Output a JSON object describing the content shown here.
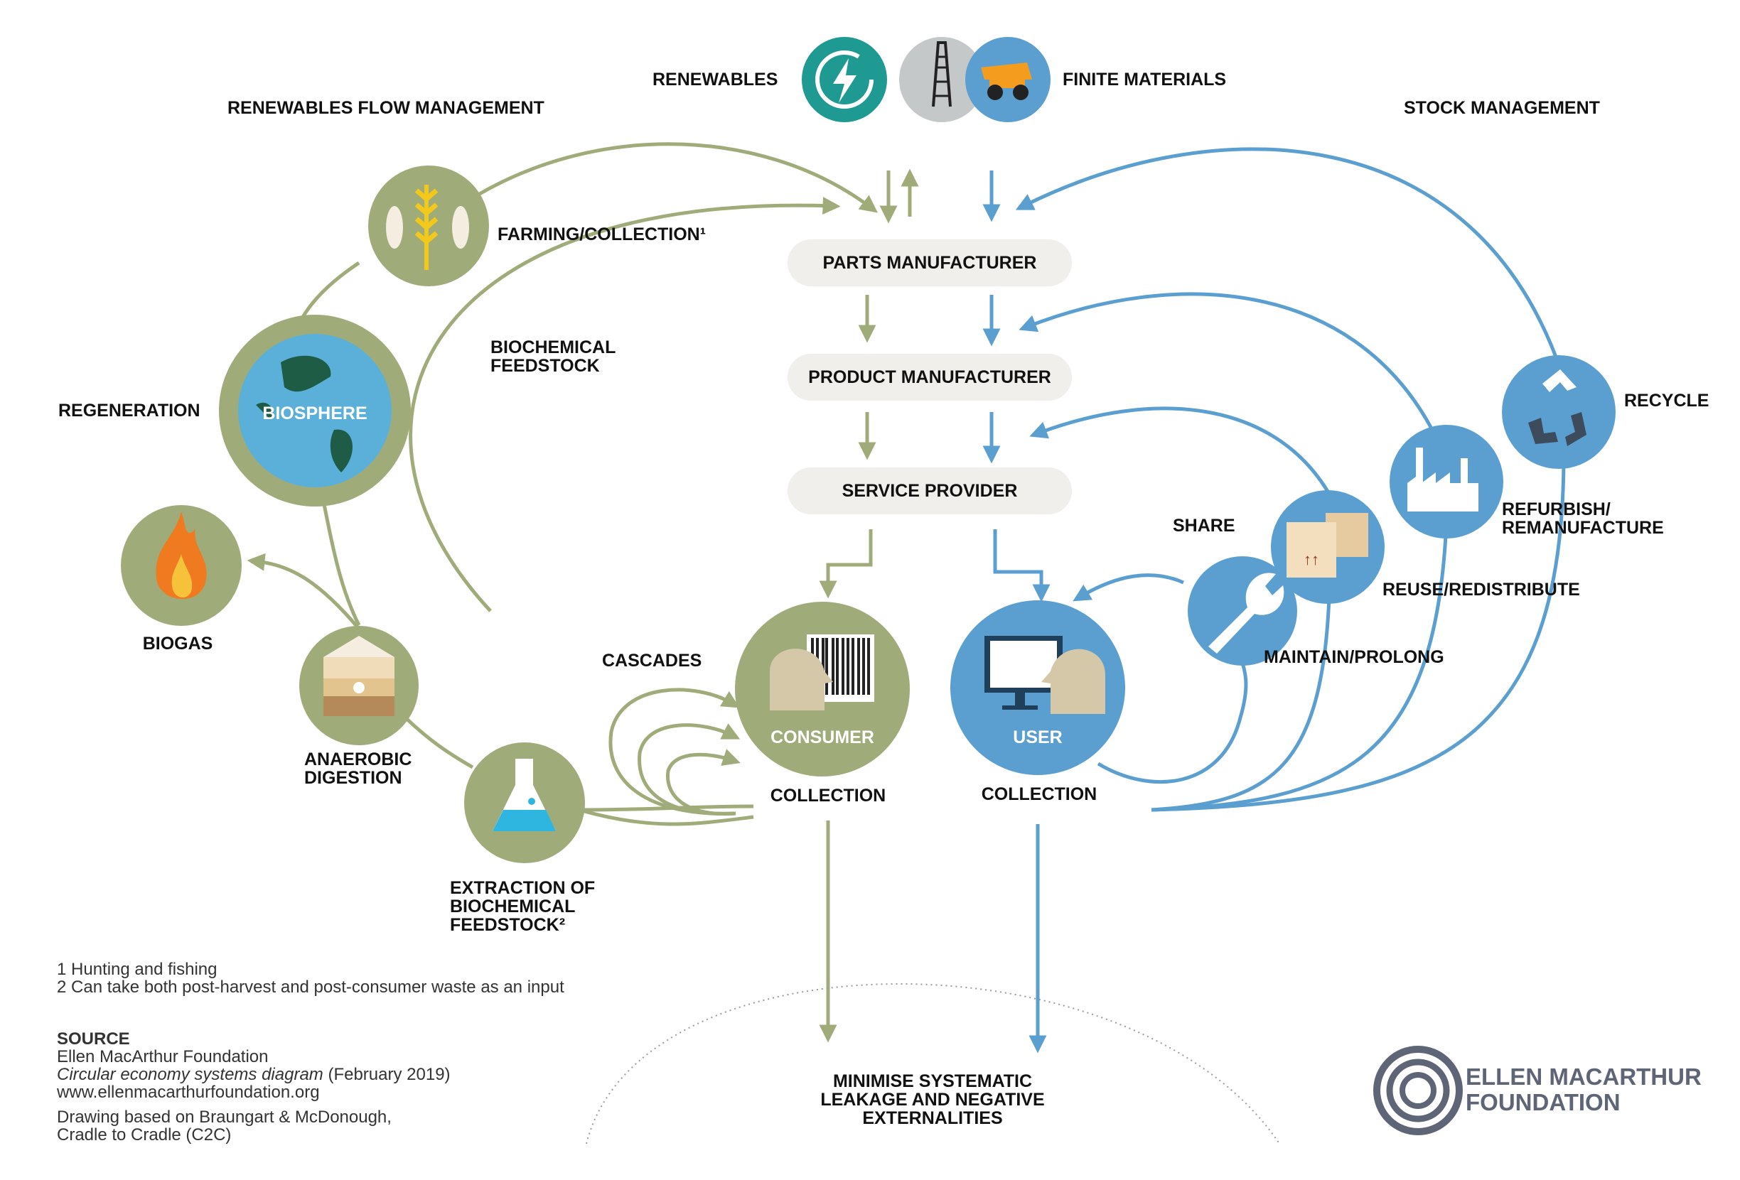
{
  "inputs": {
    "renewables": "RENEWABLES",
    "finite_materials": "FINITE MATERIALS"
  },
  "headers": {
    "renewables_flow": "RENEWABLES FLOW MANAGEMENT",
    "stock_management": "STOCK MANAGEMENT"
  },
  "center": {
    "parts_manufacturer": "PARTS MANUFACTURER",
    "product_manufacturer": "PRODUCT MANUFACTURER",
    "service_provider": "SERVICE PROVIDER",
    "consumer": "CONSUMER",
    "user": "USER",
    "collection_left": "COLLECTION",
    "collection_right": "COLLECTION",
    "leakage_line1": "MINIMISE SYSTEMATIC",
    "leakage_line2": "LEAKAGE AND NEGATIVE",
    "leakage_line3": "EXTERNALITIES"
  },
  "biological": {
    "farming": "FARMING/COLLECTION¹",
    "biochemical_feedstock_l1": "BIOCHEMICAL",
    "biochemical_feedstock_l2": "FEEDSTOCK",
    "regeneration": "REGENERATION",
    "biosphere": "BIOSPHERE",
    "biogas": "BIOGAS",
    "anaerobic_l1": "ANAEROBIC",
    "anaerobic_l2": "DIGESTION",
    "cascades": "CASCADES",
    "extraction_l1": "EXTRACTION OF",
    "extraction_l2": "BIOCHEMICAL",
    "extraction_l3": "FEEDSTOCK²"
  },
  "technical": {
    "share": "SHARE",
    "maintain": "MAINTAIN/PROLONG",
    "reuse": "REUSE/REDISTRIBUTE",
    "refurbish_l1": "REFURBISH/",
    "refurbish_l2": "REMANUFACTURE",
    "recycle": "RECYCLE"
  },
  "notes": {
    "note1": "1 Hunting and fishing",
    "note2": "2 Can take both post-harvest and post-consumer waste as an input",
    "source_heading": "SOURCE",
    "source_org": "Ellen MacArthur Foundation",
    "source_title": "Circular economy systems diagram",
    "source_date": " (February 2019)",
    "source_url": "www.ellenmacarthurfoundation.org",
    "drawing_l1": "Drawing based on Braungart & McDonough,",
    "drawing_l2": "Cradle to Cradle (C2C)"
  },
  "logo": {
    "line1": "ELLEN MACARTHUR",
    "line2": "FOUNDATION"
  },
  "colors": {
    "bio_green": "#9fac79",
    "tech_blue": "#5b9fd1",
    "teal": "#1e9a92",
    "logo_grey": "#5d6577",
    "box_fill": "#f0efeb"
  },
  "icons": {
    "renewables": "energy-cycle-icon",
    "finite": "oil-derrick-icon",
    "mining": "mining-truck-icon",
    "farming": "wheat-fish-icon",
    "biosphere": "globe-icon",
    "biogas": "flame-icon",
    "anaerobic": "soil-layers-icon",
    "extraction": "flask-icon",
    "consumer": "barcode-person-icon",
    "user": "computer-person-icon",
    "share": "wrench-icon",
    "reuse": "boxes-icon",
    "refurbish": "factory-icon",
    "recycle": "recycle-icon"
  }
}
